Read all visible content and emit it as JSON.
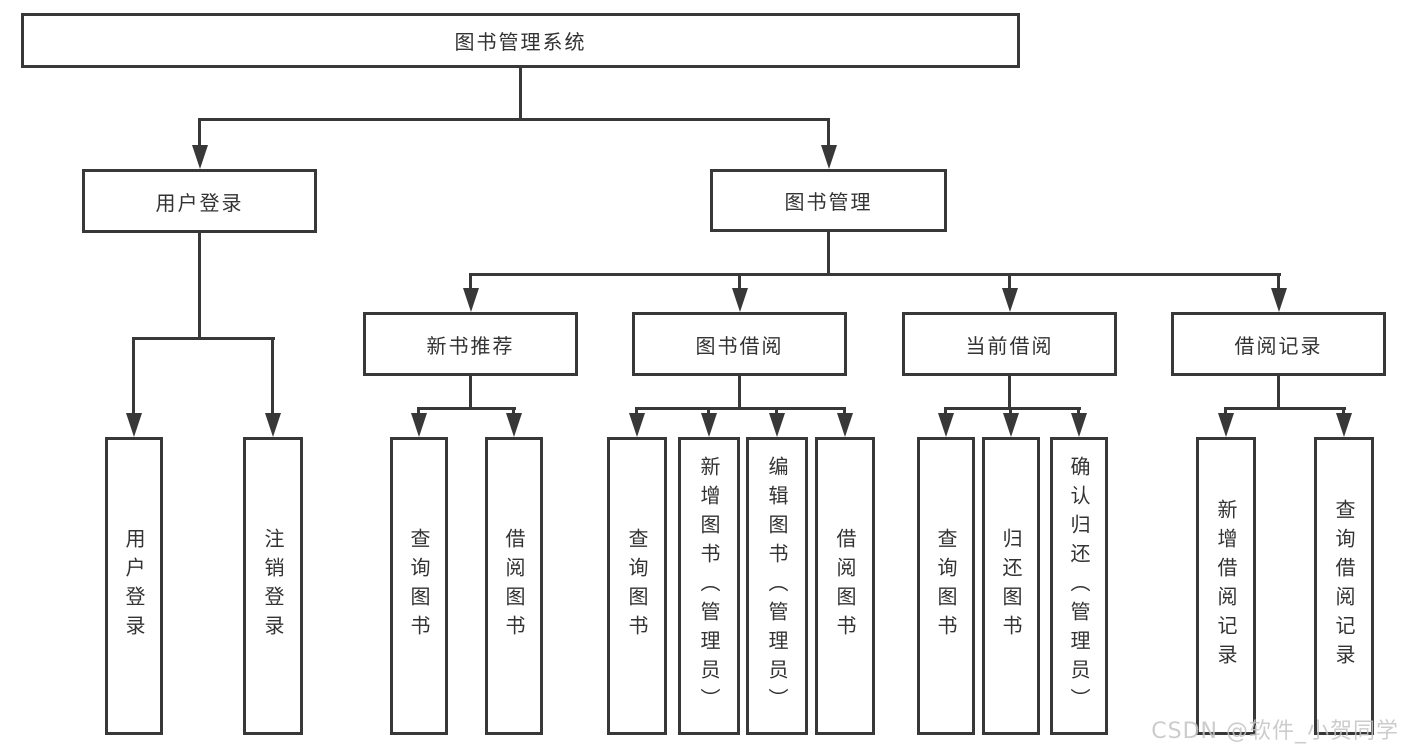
{
  "diagram_type": "hierarchy-tree",
  "tree": {
    "label": "图书管理系统",
    "children": [
      {
        "label": "用户登录",
        "children": [
          {
            "label": "用户登录"
          },
          {
            "label": "注销登录"
          }
        ]
      },
      {
        "label": "图书管理",
        "children": [
          {
            "label": "新书推荐",
            "children": [
              {
                "label": "查询图书"
              },
              {
                "label": "借阅图书"
              }
            ]
          },
          {
            "label": "图书借阅",
            "children": [
              {
                "label": "查询图书"
              },
              {
                "label": "新增图书（管理员）"
              },
              {
                "label": "编辑图书（管理员）"
              },
              {
                "label": "借阅图书"
              }
            ]
          },
          {
            "label": "当前借阅",
            "children": [
              {
                "label": "查询图书"
              },
              {
                "label": "归还图书"
              },
              {
                "label": "确认归还（管理员）"
              }
            ]
          },
          {
            "label": "借阅记录",
            "children": [
              {
                "label": "新增借阅记录"
              },
              {
                "label": "查询借阅记录"
              }
            ]
          }
        ]
      }
    ]
  },
  "watermark": {
    "text": "CSDN @软件_小贺同学"
  },
  "colors": {
    "line": "#383838",
    "box_border": "#383838",
    "box_fill": "#ffffff",
    "text": "#333333",
    "watermark": "#c4c4c4"
  }
}
